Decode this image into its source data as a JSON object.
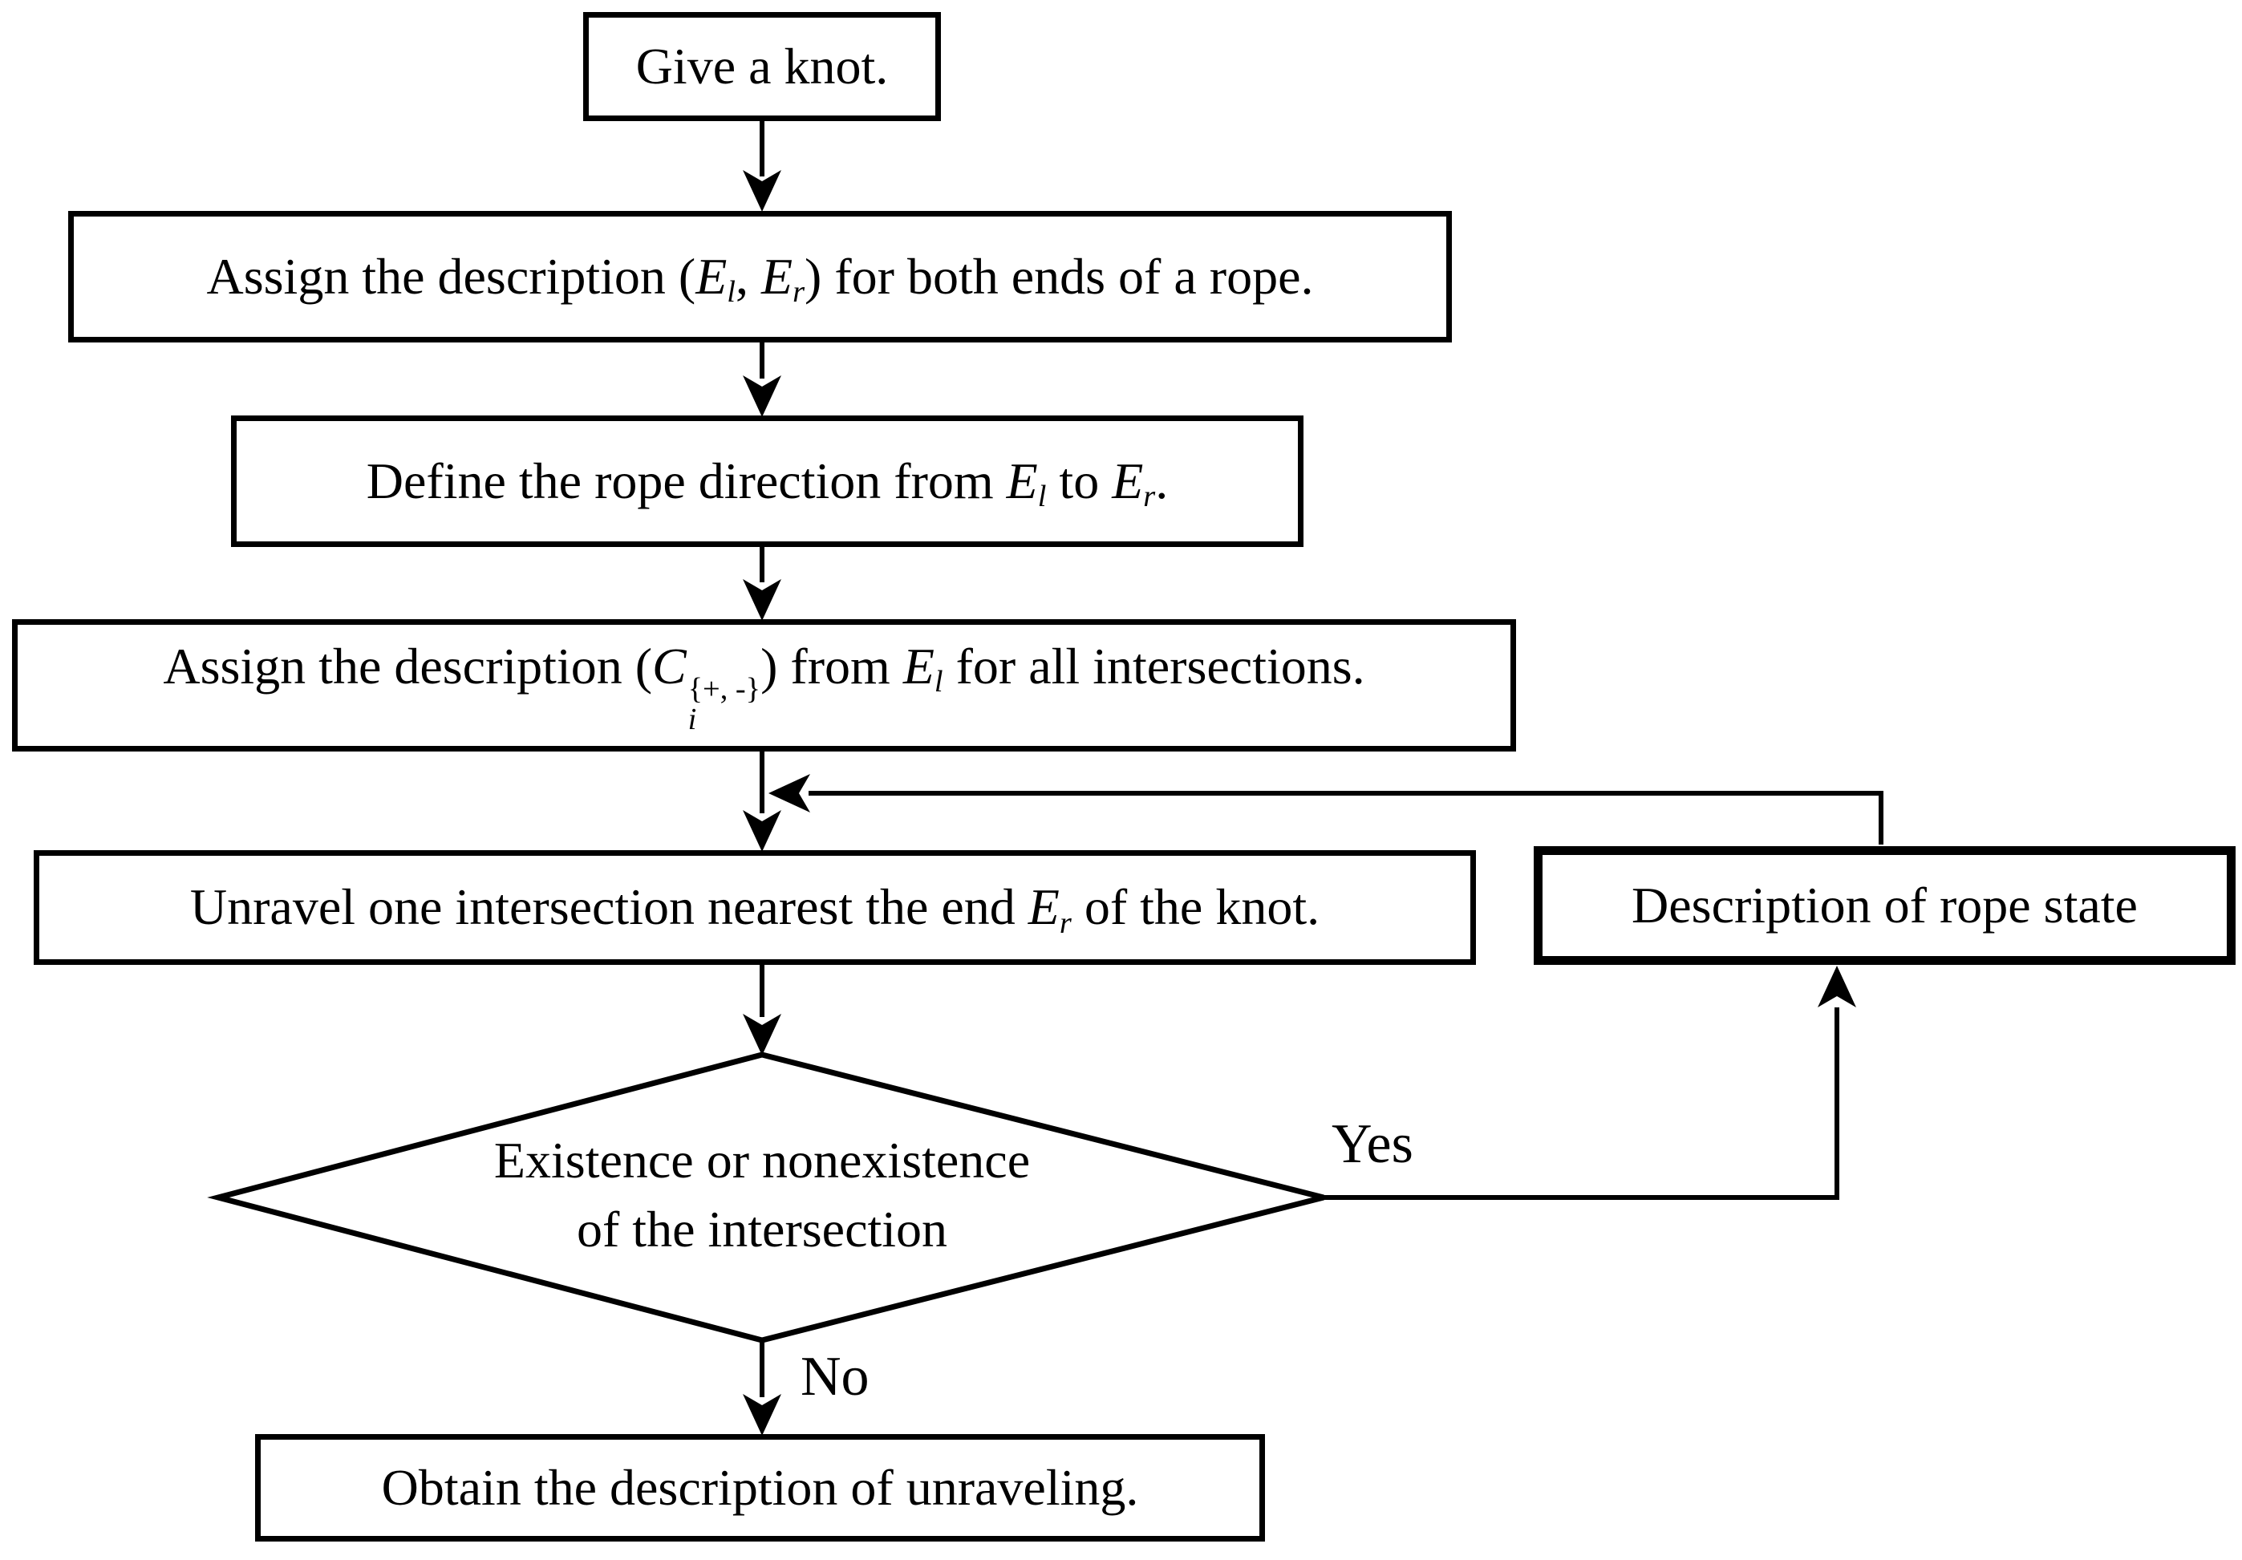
{
  "diagram": {
    "type": "flowchart",
    "colors": {
      "ink": "#000000",
      "background": "#ffffff"
    },
    "nodes": [
      {
        "id": "give-knot",
        "shape": "rect",
        "text": "Give a knot."
      },
      {
        "id": "assign-ends",
        "shape": "rect",
        "text": "Assign the description (E_l, E_r) for both ends of a rope."
      },
      {
        "id": "define-direction",
        "shape": "rect",
        "text": "Define the rope direction from E_l to E_r."
      },
      {
        "id": "assign-intersections",
        "shape": "rect",
        "text": "Assign the description (C_i^{+, -}) from E_l for all intersections."
      },
      {
        "id": "unravel",
        "shape": "rect",
        "text": "Unravel one intersection nearest the end E_r of the knot."
      },
      {
        "id": "decision",
        "shape": "diamond",
        "text": "Existence or nonexistence of the intersection"
      },
      {
        "id": "rope-state",
        "shape": "rect-bold",
        "text": "Description of rope state"
      },
      {
        "id": "obtain-description",
        "shape": "rect",
        "text": "Obtain the description of unraveling."
      }
    ],
    "edges": [
      {
        "from": "give-knot",
        "to": "assign-ends",
        "label": ""
      },
      {
        "from": "assign-ends",
        "to": "define-direction",
        "label": ""
      },
      {
        "from": "define-direction",
        "to": "assign-intersections",
        "label": ""
      },
      {
        "from": "assign-intersections",
        "to": "unravel",
        "label": ""
      },
      {
        "from": "unravel",
        "to": "decision",
        "label": ""
      },
      {
        "from": "decision",
        "to": "rope-state",
        "label": "Yes"
      },
      {
        "from": "decision",
        "to": "obtain-description",
        "label": "No"
      },
      {
        "from": "rope-state",
        "to": "unravel",
        "label": "",
        "note": "feedback joining the arrow between assign-intersections and unravel"
      }
    ]
  },
  "boxes": {
    "give_knot": {
      "text": "Give a knot."
    },
    "assign_ends": {
      "p1": "Assign the description (",
      "v1": "E",
      "s1": "l",
      "p2": ", ",
      "v2": "E",
      "s2": "r",
      "p3": ") for both ends of a rope."
    },
    "define_direction": {
      "p1": "Define the rope direction from ",
      "v1": "E",
      "s1": "l",
      "p2": " to ",
      "v2": "E",
      "s2": "r",
      "p3": "."
    },
    "assign_intersections": {
      "p1": "Assign the description (",
      "v1": "C",
      "sub": "i",
      "sup": "{+, -}",
      "p2": ") from ",
      "v2": "E",
      "s2": "l",
      "p3": " for all intersections."
    },
    "unravel": {
      "p1": "Unravel one intersection nearest the end ",
      "v1": "E",
      "s1": "r",
      "p2": " of the knot."
    },
    "decision": {
      "line1": "Existence or nonexistence",
      "line2": "of the intersection"
    },
    "rope_state": {
      "text": "Description of rope state"
    },
    "obtain": {
      "text": "Obtain the description of unraveling."
    }
  },
  "labels": {
    "yes": "Yes",
    "no": "No"
  }
}
